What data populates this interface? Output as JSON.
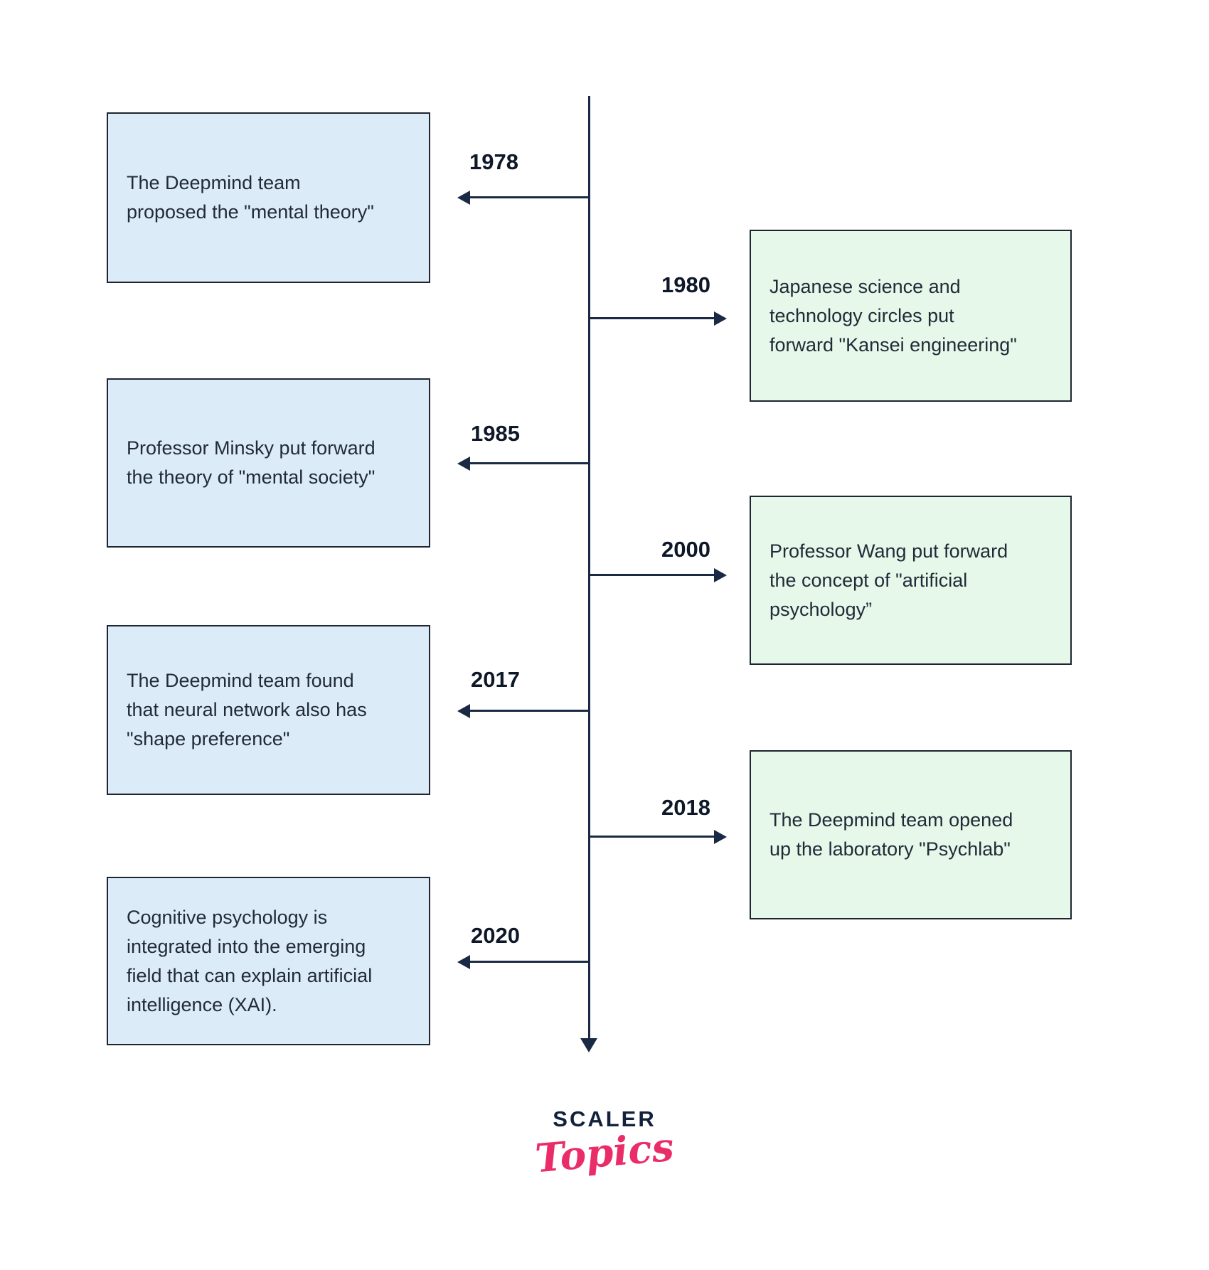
{
  "timeline": {
    "events": [
      {
        "year": "1978",
        "side": "left",
        "text": "The Deepmind team\nproposed the \"mental theory\""
      },
      {
        "year": "1980",
        "side": "right",
        "text": "Japanese science and\ntechnology circles put\nforward \"Kansei engineering\""
      },
      {
        "year": "1985",
        "side": "left",
        "text": "Professor Minsky put forward\nthe theory of \"mental society\""
      },
      {
        "year": "2000",
        "side": "right",
        "text": "Professor Wang put forward\nthe concept of \"artificial\npsychology”"
      },
      {
        "year": "2017",
        "side": "left",
        "text": "The Deepmind team found\nthat neural network also has\n\"shape preference\""
      },
      {
        "year": "2018",
        "side": "right",
        "text": "The Deepmind team opened\nup the laboratory \"Psychlab\""
      },
      {
        "year": "2020",
        "side": "left",
        "text": "Cognitive psychology is\nintegrated into the emerging\nfield that can explain artificial\nintelligence (XAI)."
      }
    ]
  },
  "logo": {
    "brand": "SCALER",
    "sub": "Topics"
  },
  "colors": {
    "left_box_fill": "#dcebf8",
    "right_box_fill": "#e5f8e9",
    "box_border": "#1e2530",
    "axis_and_arrows": "#1b2a44",
    "year_text": "#0f1829",
    "body_text": "#212b38",
    "logo_brand": "#13223c",
    "logo_sub_pink": "#ea2d68",
    "background": "#ffffff"
  }
}
